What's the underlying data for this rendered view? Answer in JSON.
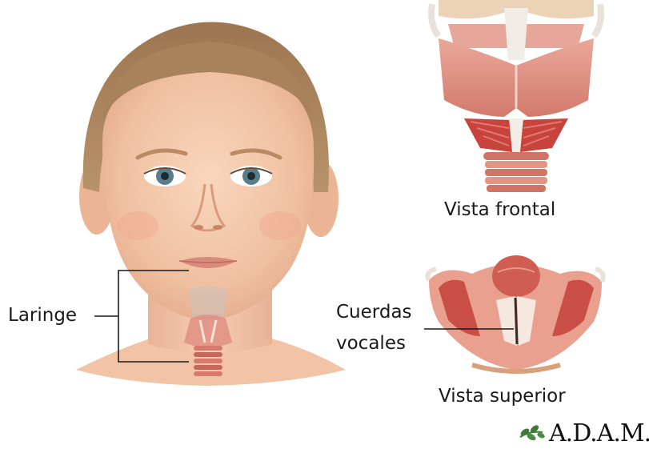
{
  "labels": {
    "laringe": "Laringe",
    "cuerdas_line1": "Cuerdas",
    "cuerdas_line2": "vocales",
    "vista_frontal": "Vista frontal",
    "vista_superior": "Vista superior"
  },
  "logo": {
    "text": "A.D.A.M.",
    "icon": "leaf-sprig-icon"
  },
  "colors": {
    "skin": "#f3c6a5",
    "hair": "#a8825a",
    "tissue": "#d98b7c",
    "muscle": "#c0504a",
    "cartilage": "#f0ddd0",
    "leader_line": "#1a1a1a"
  }
}
